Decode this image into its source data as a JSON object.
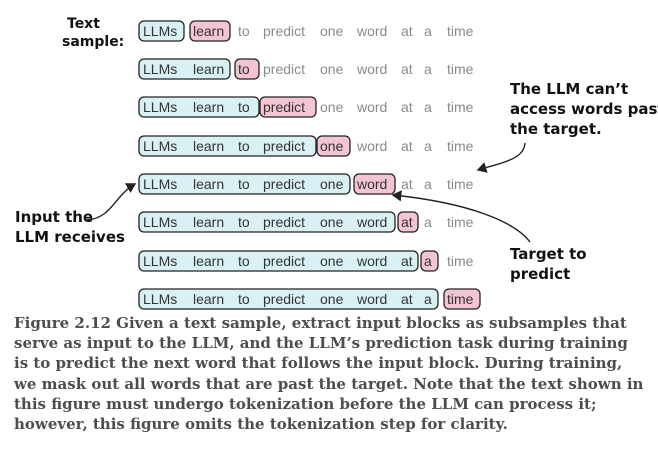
{
  "labels": {
    "text_sample": [
      "Text",
      "sample:"
    ],
    "llm_cant": [
      "The LLM can’t",
      "access words past",
      "the target."
    ],
    "input_llm": [
      "Input the",
      "LLM receives"
    ],
    "target_predict": [
      "Target to",
      "predict"
    ]
  },
  "rows": [
    {
      "tokens": [
        "LLMs",
        "learn",
        "to",
        "predict",
        "one",
        "word",
        "at",
        "a",
        "time"
      ],
      "input_count": 1,
      "target_index": 1
    },
    {
      "tokens": [
        "LLMs",
        "learn",
        "to",
        "predict",
        "one",
        "word",
        "at",
        "a",
        "time"
      ],
      "input_count": 2,
      "target_index": 2
    },
    {
      "tokens": [
        "LLMs",
        "learn",
        "to",
        "predict",
        "one",
        "word",
        "at",
        "a",
        "time"
      ],
      "input_count": 3,
      "target_index": 3
    },
    {
      "tokens": [
        "LLMs",
        "learn",
        "to",
        "predict",
        "one",
        "word",
        "at",
        "a",
        "time"
      ],
      "input_count": 4,
      "target_index": 4
    },
    {
      "tokens": [
        "LLMs",
        "learn",
        "to",
        "predict",
        "one",
        "word",
        "at",
        "a",
        "time"
      ],
      "input_count": 5,
      "target_index": 5
    },
    {
      "tokens": [
        "LLMs",
        "learn",
        "to",
        "predict",
        "one",
        "word",
        "at",
        "a",
        "time"
      ],
      "input_count": 6,
      "target_index": 6
    },
    {
      "tokens": [
        "LLMs",
        "learn",
        "to",
        "predict",
        "one",
        "word",
        "at",
        "a",
        "time"
      ],
      "input_count": 7,
      "target_index": 7
    },
    {
      "tokens": [
        "LLMs",
        "learn",
        "to",
        "predict",
        "one",
        "word",
        "at",
        "a",
        "time"
      ],
      "input_count": 8,
      "target_index": 8
    }
  ],
  "caption": "Figure 2.12 Given a text sample, extract input blocks as subsamples that serve as input to the LLM, and the LLM’s prediction task during training is to predict the next word that follows the input block. During training, we mask out all words that are past the target. Note that the text shown in this figure must undergo tokenization before the LLM can process it; however, this figure omits the tokenization step for clarity.",
  "colors": {
    "input_fill": "#d9f1f4",
    "target_fill": "#f3c4d3",
    "masked_text": "#8a8a8a",
    "caption_text": "#4d4d4d"
  }
}
